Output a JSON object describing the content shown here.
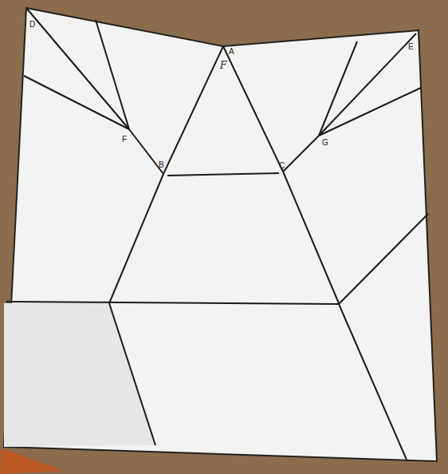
{
  "diagram": {
    "labels": [
      "D",
      "A",
      "E",
      "F",
      "B",
      "C",
      "G",
      "F"
    ]
  }
}
